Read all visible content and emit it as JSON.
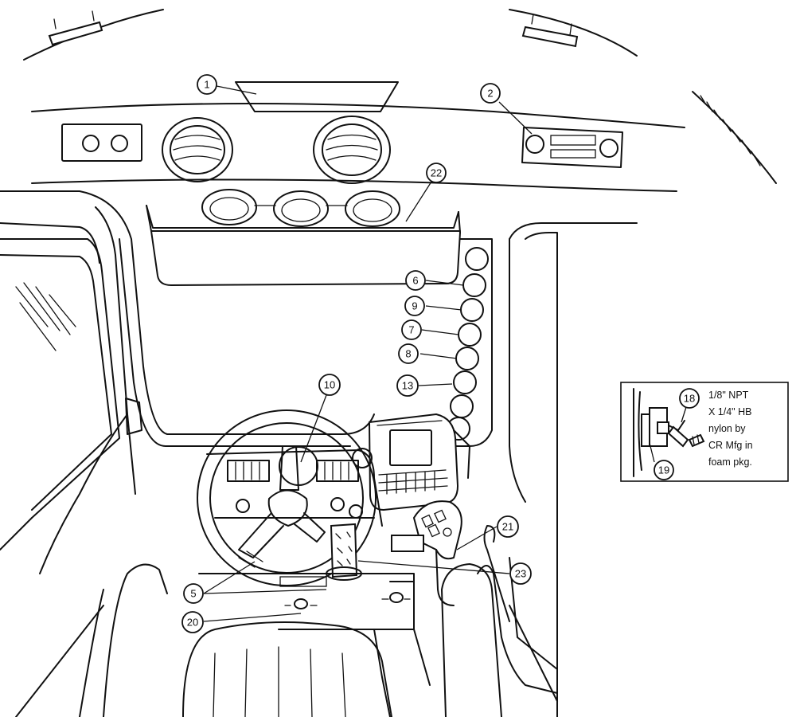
{
  "callouts": [
    {
      "id": "c1",
      "label": "1"
    },
    {
      "id": "c2",
      "label": "2"
    },
    {
      "id": "c22",
      "label": "22"
    },
    {
      "id": "c6",
      "label": "6"
    },
    {
      "id": "c9",
      "label": "9"
    },
    {
      "id": "c7",
      "label": "7"
    },
    {
      "id": "c8",
      "label": "8"
    },
    {
      "id": "c13",
      "label": "13"
    },
    {
      "id": "c10",
      "label": "10"
    },
    {
      "id": "c21",
      "label": "21"
    },
    {
      "id": "c23",
      "label": "23"
    },
    {
      "id": "c5",
      "label": "5"
    },
    {
      "id": "c20",
      "label": "20"
    }
  ],
  "inset": {
    "callout_18": "18",
    "callout_19": "19",
    "note_lines": [
      "1/8\" NPT",
      "X 1/4\" HB",
      "nylon by",
      "CR Mfg in",
      "foam pkg."
    ]
  }
}
